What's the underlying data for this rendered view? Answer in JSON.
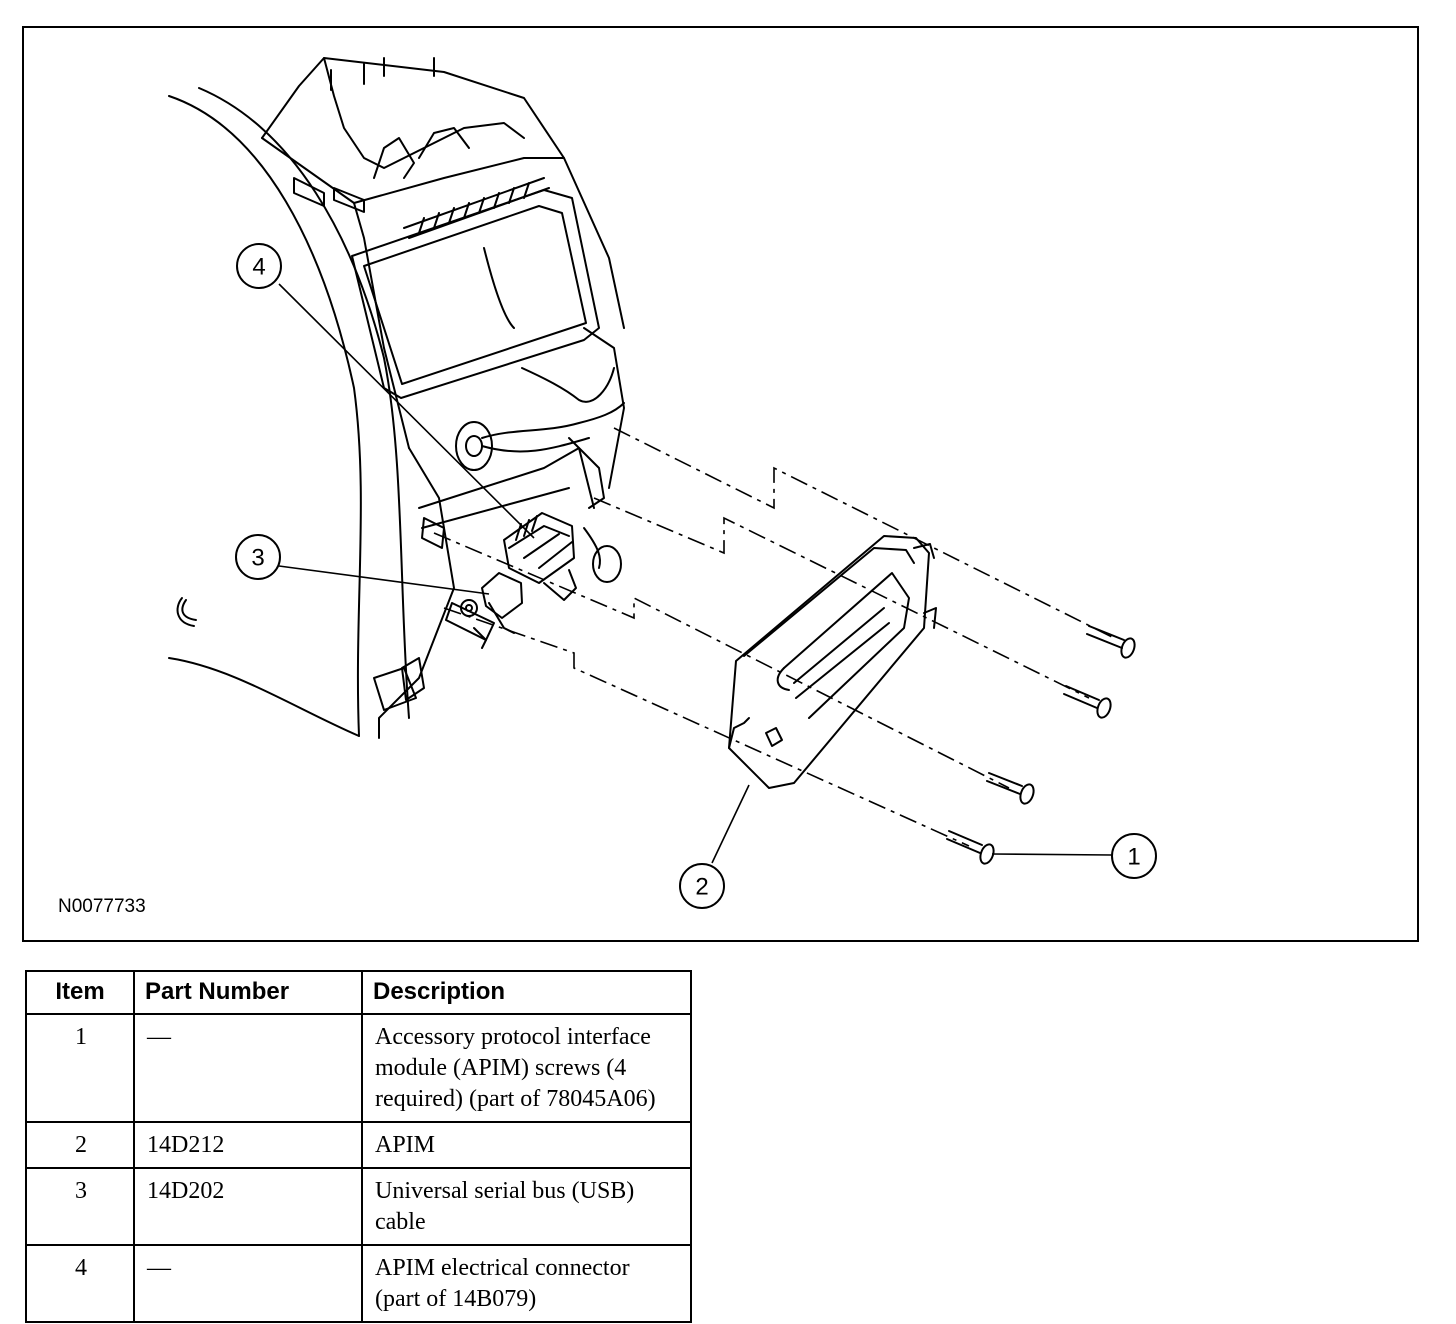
{
  "figure": {
    "id_label": "N0077733",
    "callouts": [
      {
        "num": "1",
        "ref": "apim-screw"
      },
      {
        "num": "2",
        "ref": "apim-module"
      },
      {
        "num": "3",
        "ref": "usb-cable"
      },
      {
        "num": "4",
        "ref": "apim-connector"
      }
    ]
  },
  "table": {
    "headers": {
      "item": "Item",
      "part_number": "Part Number",
      "description": "Description"
    },
    "rows": [
      {
        "item": "1",
        "part_number": "—",
        "description": "Accessory protocol interface module (APIM) screws (4 required) (part of 78045A06)"
      },
      {
        "item": "2",
        "part_number": "14D212",
        "description": "APIM"
      },
      {
        "item": "3",
        "part_number": "14D202",
        "description": "Universal serial bus (USB) cable"
      },
      {
        "item": "4",
        "part_number": "—",
        "description": "APIM electrical connector (part of 14B079)"
      }
    ]
  }
}
